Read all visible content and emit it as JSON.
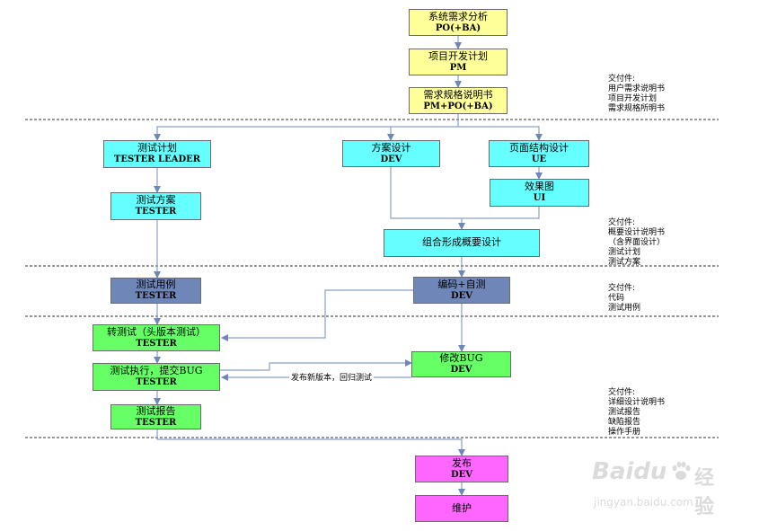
{
  "nodes": {
    "req_analysis": {
      "title": "系统需求分析",
      "role": "PO(+BA)"
    },
    "dev_plan": {
      "title": "项目开发计划",
      "role": "PM"
    },
    "req_spec": {
      "title": "需求规格说明书",
      "role": "PM+PO(+BA)"
    },
    "test_plan": {
      "title": "测试计划",
      "role": "TESTER LEADER"
    },
    "solution_design": {
      "title": "方案设计",
      "role": "DEV"
    },
    "page_structure": {
      "title": "页面结构设计",
      "role": "UE"
    },
    "test_scheme": {
      "title": "测试方案",
      "role": "TESTER"
    },
    "effect_image": {
      "title": "效果图",
      "role": "UI"
    },
    "outline_design": {
      "title": "组合形成概要设计"
    },
    "test_cases": {
      "title": "测试用例",
      "role": "TESTER"
    },
    "coding": {
      "title": "编码+自测",
      "role": "DEV"
    },
    "smoke_test": {
      "title": "转测试（头版本测试）",
      "role": "TESTER"
    },
    "test_exec": {
      "title": "测试执行，提交BUG",
      "role": "TESTER"
    },
    "fix_bug": {
      "title": "修改BUG",
      "role": "DEV"
    },
    "test_report": {
      "title": "测试报告",
      "role": "TESTER"
    },
    "release": {
      "title": "发布",
      "role": "DEV"
    },
    "maintenance": {
      "title": "维护"
    }
  },
  "edge_labels": {
    "regression": "发布新版本，回归测试"
  },
  "deliverables": [
    {
      "items": [
        "交付件:",
        "用户需求说明书",
        "项目开发计划",
        "需求规格所明书"
      ]
    },
    {
      "items": [
        "交付件:",
        "概要设计说明书",
        "（含界面设计）",
        "测试计划",
        "测试方案"
      ]
    },
    {
      "items": [
        "交付件:",
        "代码",
        "测试用例"
      ]
    },
    {
      "items": [
        "交付件:",
        "详细设计说明书",
        "测试报告",
        "缺陷报告",
        "操作手册"
      ]
    }
  ],
  "watermark": {
    "brand": "Baidu",
    "brand_cn": "经验",
    "url": "jingyan.baidu.com"
  },
  "colors": {
    "yellow": "#ffff99",
    "cyan": "#66ffff",
    "slate": "#6f86b8",
    "green": "#66ff66",
    "magenta": "#ff66ff",
    "line": "#7a8fb0"
  }
}
